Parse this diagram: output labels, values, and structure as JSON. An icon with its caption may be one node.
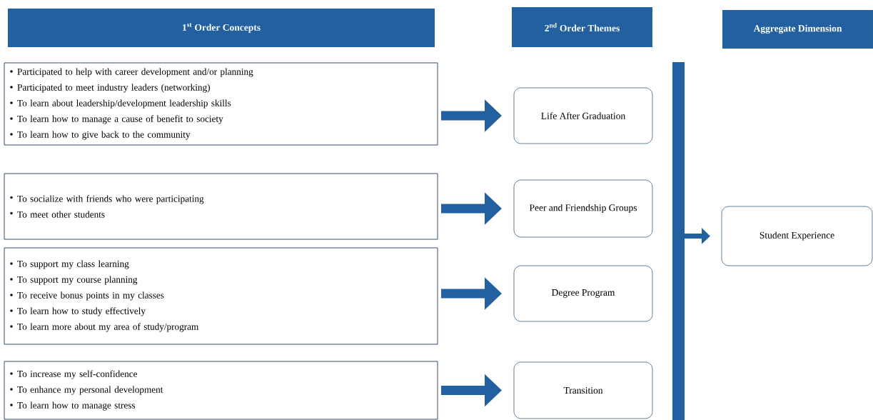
{
  "diagram": {
    "nodes": [
      {
        "text": [
          "1$^{st}$ Order Concepts"
        ]
      },
      {
        "text": [
          "2$^{nd}$ Order Themes"
        ]
      },
      {
        "text": [
          "Aggregate Dimension"
        ]
      },
      {
        "text": [
          "Participated to help with career development and/or planning",
          "Participated to meet industry leaders (networking)",
          "To learn about leadership/development leadership skills",
          "To learn how to manage a cause of benefit to society",
          "To learn how to give back to the community"
        ]
      },
      {
        "text": [
          "Life After Graduation"
        ]
      },
      {
        "text": [
          "To socialize with friends who were participating",
          "To meet other students"
        ]
      },
      {
        "text": [
          "Peer and Friendship Groups"
        ]
      },
      {
        "text": [
          "To support my class learning",
          "To support my course planning",
          "To receive bonus points in my classes",
          "To learn how to study effectively",
          "To learn more about my area of study/program"
        ]
      },
      {
        "text": [
          "Degree Program"
        ]
      },
      {
        "text": [
          "To increase my self-confidence",
          "To enhance my personal development",
          "To learn how to manage stress"
        ]
      },
      {
        "text": [
          "Transition"
        ]
      },
      {
        "text": [],
        "shape": "bar"
      },
      {
        "text": [
          "Student Experience"
        ]
      }
    ],
    "edges": [
      {
        "from": 3,
        "to": 4,
        "arrow": "to"
      },
      {
        "from": 5,
        "to": 6,
        "arrow": "to"
      },
      {
        "from": 7,
        "to": 8,
        "arrow": "to"
      },
      {
        "from": 9,
        "to": 10,
        "arrow": "to"
      },
      {
        "from": 11,
        "to": 12,
        "arrow": "to"
      }
    ]
  }
}
